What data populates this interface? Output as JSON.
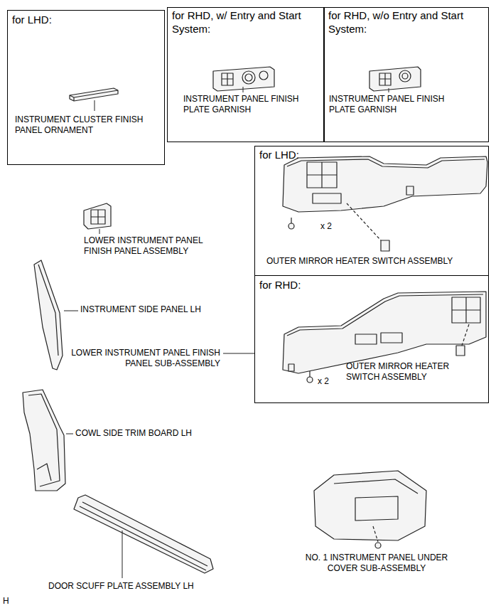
{
  "diagram": {
    "nodes": [
      {
        "text": [
          "for LHD:",
          "INSTRUMENT CLUSTER FINISH PANEL ORNAMENT"
        ]
      },
      {
        "text": [
          "for RHD, w/ Entry and Start System:",
          "INSTRUMENT PANEL FINISH PLATE GARNISH"
        ]
      },
      {
        "text": [
          "for RHD, w/o Entry and Start System:",
          "INSTRUMENT PANEL FINISH PLATE GARNISH"
        ]
      },
      {
        "text": [
          "for LHD:",
          "x 2",
          "OUTER MIRROR HEATER SWITCH ASSEMBLY"
        ]
      },
      {
        "text": [
          "for RHD:",
          "x 2",
          "OUTER MIRROR HEATER SWITCH ASSEMBLY"
        ]
      }
    ],
    "labels": [
      "LOWER INSTRUMENT PANEL FINISH PANEL ASSEMBLY",
      "INSTRUMENT SIDE PANEL LH",
      "LOWER INSTRUMENT PANEL FINISH PANEL SUB-ASSEMBLY",
      "COWL SIDE TRIM BOARD LH",
      "DOOR SCUFF PLATE ASSEMBLY LH",
      "NO. 1 INSTRUMENT PANEL UNDER COVER SUB-ASSEMBLY",
      "H"
    ]
  }
}
